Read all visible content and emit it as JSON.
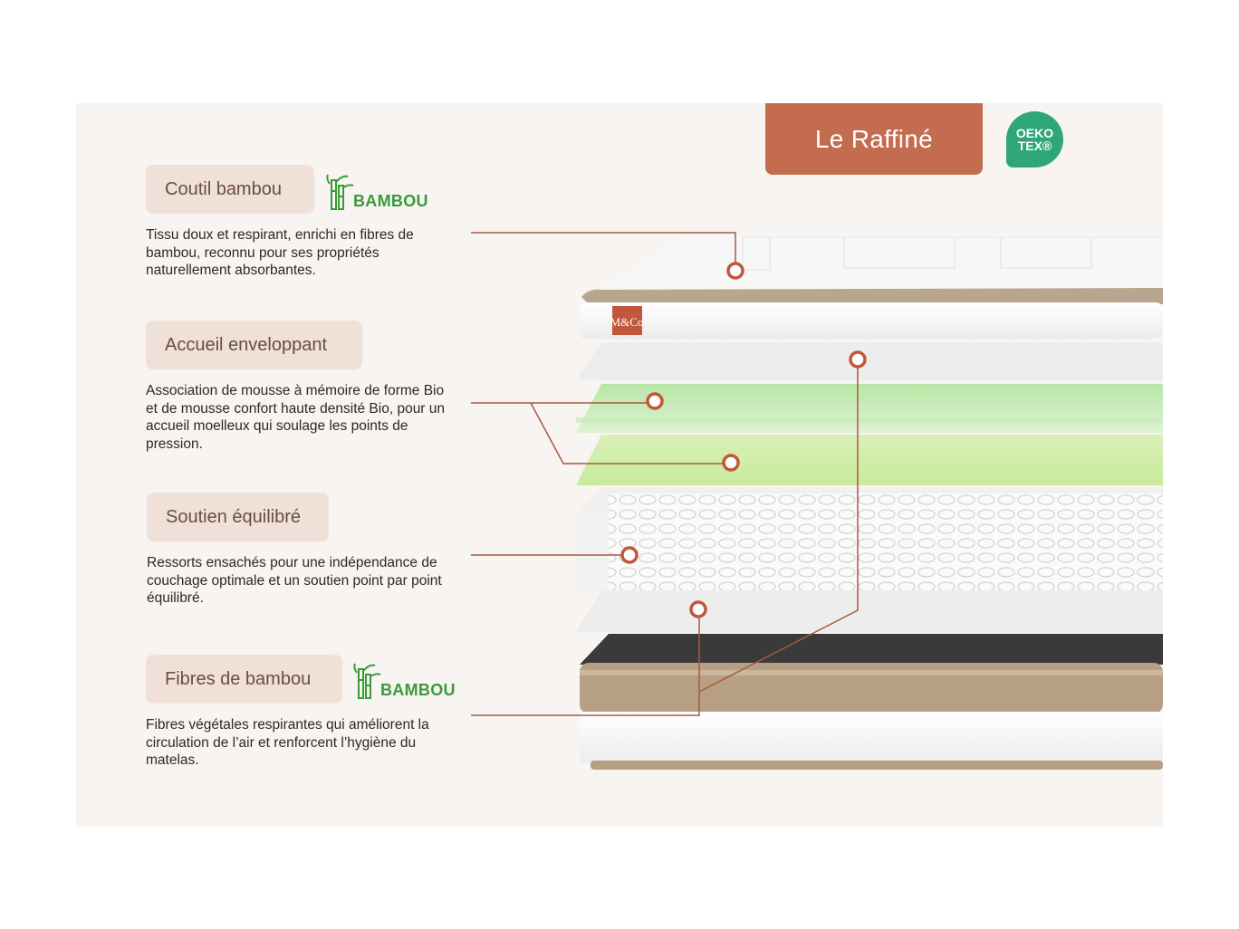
{
  "product": {
    "name": "Le Raffiné"
  },
  "certification": {
    "line1": "OEKO",
    "line2": "TEX®"
  },
  "brand_tag": "M&Co",
  "bambou_label": "BAMBOU",
  "colors": {
    "accent": "#c46c4f",
    "pill_bg": "#efe1d8",
    "pill_text": "#6a4d3e",
    "bambou_green": "#3a9a3a",
    "oeko_green": "#2fa67a"
  },
  "layers": [
    {
      "title": "Coutil bambou",
      "badge": "bambou-icon",
      "description": "Tissu doux et respirant, enrichi en fibres de bambou, reconnu pour ses propriétés naturellement absorbantes."
    },
    {
      "title": "Accueil enveloppant",
      "description": "Association de mousse à mémoire de forme Bio et de mousse confort haute densité Bio, pour un accueil moelleux qui soulage les points de pression."
    },
    {
      "title": "Soutien équilibré",
      "description": "Ressorts ensachés pour une indépendance de couchage optimale et un soutien point par point équilibré."
    },
    {
      "title": "Fibres de bambou",
      "badge": "bambou-icon",
      "description": "Fibres végétales respirantes qui améliorent la circulation de l’air et renforcent l’hygiène du matelas."
    }
  ]
}
